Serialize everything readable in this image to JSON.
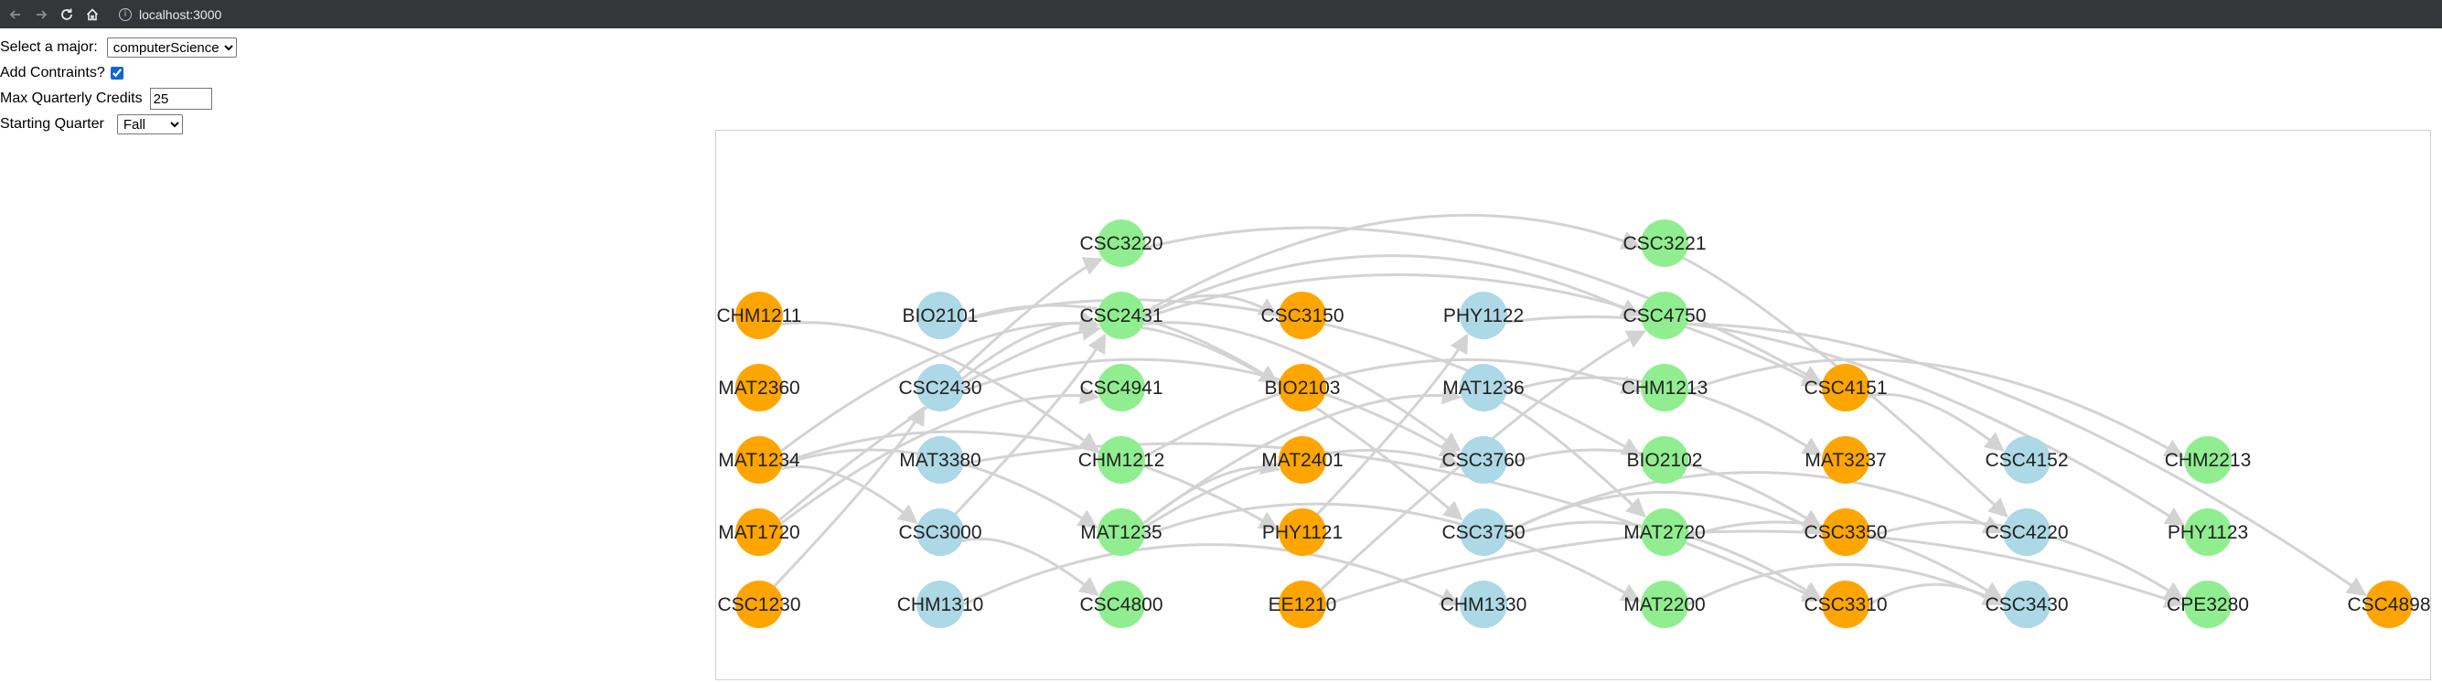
{
  "browser": {
    "url": "localhost:3000"
  },
  "controls": {
    "major_label": "Select a major:",
    "major_value": "computerScience",
    "constraints_label": "Add Contraints?",
    "constraints_checked": true,
    "credits_label": "Max Quarterly Credits",
    "credits_value": "25",
    "quarter_label": "Starting Quarter",
    "quarter_value": "Fall"
  },
  "graph": {
    "colors": {
      "orange": "#ffa500",
      "blue": "#add8e6",
      "green": "#90ee90",
      "edge": "#d3d3d3"
    },
    "columns": [
      [
        "CHM1211",
        "MAT2360",
        "MAT1234",
        "MAT1720",
        "CSC1230"
      ],
      [
        "BIO2101",
        "CSC2430",
        "MAT3380",
        "CSC3000",
        "CHM1310"
      ],
      [
        "CSC3220",
        "CSC2431",
        "CSC4941",
        "CHM1212",
        "MAT1235",
        "CSC4800"
      ],
      [
        "CSC3150",
        "BIO2103",
        "MAT2401",
        "PHY1121",
        "EE1210"
      ],
      [
        "PHY1122",
        "MAT1236",
        "CSC3760",
        "CSC3750",
        "CHM1330"
      ],
      [
        "CSC3221",
        "CSC4750",
        "CHM1213",
        "BIO2102",
        "MAT2720",
        "MAT2200"
      ],
      [
        "CSC4151",
        "MAT3237",
        "CSC3350",
        "CSC3310"
      ],
      [
        "CSC4152",
        "CSC4220",
        "CSC3430"
      ],
      [
        "CHM2213",
        "PHY1123",
        "CPE3280"
      ],
      [
        "CSC4898"
      ]
    ],
    "nodes": [
      {
        "id": "CHM1211",
        "color": "orange"
      },
      {
        "id": "MAT2360",
        "color": "orange"
      },
      {
        "id": "MAT1234",
        "color": "orange"
      },
      {
        "id": "MAT1720",
        "color": "orange"
      },
      {
        "id": "CSC1230",
        "color": "orange"
      },
      {
        "id": "BIO2101",
        "color": "blue"
      },
      {
        "id": "CSC2430",
        "color": "blue"
      },
      {
        "id": "MAT3380",
        "color": "blue"
      },
      {
        "id": "CSC3000",
        "color": "blue"
      },
      {
        "id": "CHM1310",
        "color": "blue"
      },
      {
        "id": "CSC3220",
        "color": "green"
      },
      {
        "id": "CSC2431",
        "color": "green"
      },
      {
        "id": "CSC4941",
        "color": "green"
      },
      {
        "id": "CHM1212",
        "color": "green"
      },
      {
        "id": "MAT1235",
        "color": "green"
      },
      {
        "id": "CSC4800",
        "color": "green"
      },
      {
        "id": "CSC3150",
        "color": "orange"
      },
      {
        "id": "BIO2103",
        "color": "orange"
      },
      {
        "id": "MAT2401",
        "color": "orange"
      },
      {
        "id": "PHY1121",
        "color": "orange"
      },
      {
        "id": "EE1210",
        "color": "orange"
      },
      {
        "id": "PHY1122",
        "color": "blue"
      },
      {
        "id": "MAT1236",
        "color": "blue"
      },
      {
        "id": "CSC3760",
        "color": "blue"
      },
      {
        "id": "CSC3750",
        "color": "blue"
      },
      {
        "id": "CHM1330",
        "color": "blue"
      },
      {
        "id": "CSC3221",
        "color": "green"
      },
      {
        "id": "CSC4750",
        "color": "green"
      },
      {
        "id": "CHM1213",
        "color": "green"
      },
      {
        "id": "BIO2102",
        "color": "green"
      },
      {
        "id": "MAT2720",
        "color": "green"
      },
      {
        "id": "MAT2200",
        "color": "green"
      },
      {
        "id": "CSC4151",
        "color": "orange"
      },
      {
        "id": "MAT3237",
        "color": "orange"
      },
      {
        "id": "CSC3350",
        "color": "orange"
      },
      {
        "id": "CSC3310",
        "color": "orange"
      },
      {
        "id": "CSC4152",
        "color": "blue"
      },
      {
        "id": "CSC4220",
        "color": "blue"
      },
      {
        "id": "CSC3430",
        "color": "blue"
      },
      {
        "id": "CHM2213",
        "color": "green"
      },
      {
        "id": "PHY1123",
        "color": "green"
      },
      {
        "id": "CPE3280",
        "color": "green"
      },
      {
        "id": "CSC4898",
        "color": "orange"
      }
    ],
    "edges": [
      [
        "CSC1230",
        "CSC2430"
      ],
      [
        "CSC2430",
        "CSC2431"
      ],
      [
        "CSC2430",
        "CSC3220"
      ],
      [
        "CSC2431",
        "CSC3221"
      ],
      [
        "CSC2431",
        "CSC4750"
      ],
      [
        "CSC3220",
        "CSC4151"
      ],
      [
        "CSC2431",
        "CSC3150"
      ],
      [
        "CSC2431",
        "CSC4151"
      ],
      [
        "CSC4151",
        "CSC4152"
      ],
      [
        "CSC2431",
        "CSC3760"
      ],
      [
        "CSC2431",
        "CSC3750"
      ],
      [
        "MAT1234",
        "MAT1235"
      ],
      [
        "MAT1235",
        "MAT1236"
      ],
      [
        "MAT1236",
        "MAT2720"
      ],
      [
        "MAT1236",
        "MAT3237"
      ],
      [
        "MAT1234",
        "CSC3000"
      ],
      [
        "CSC3000",
        "CSC2431"
      ],
      [
        "MAT1720",
        "CSC2431"
      ],
      [
        "MAT1720",
        "CSC4941"
      ],
      [
        "CHM1211",
        "CHM1212"
      ],
      [
        "CHM1212",
        "CHM1213"
      ],
      [
        "CHM1213",
        "CHM2213"
      ],
      [
        "BIO2101",
        "BIO2102"
      ],
      [
        "BIO2101",
        "BIO2103"
      ],
      [
        "MAT1234",
        "PHY1121"
      ],
      [
        "PHY1121",
        "PHY1122"
      ],
      [
        "PHY1122",
        "PHY1123"
      ],
      [
        "MAT1235",
        "MAT2401"
      ],
      [
        "MAT1235",
        "MAT2200"
      ],
      [
        "MAT1235",
        "CSC3760"
      ],
      [
        "EE1210",
        "CPE3280"
      ],
      [
        "CSC3750",
        "CSC3350"
      ],
      [
        "CSC3750",
        "CSC3310"
      ],
      [
        "CSC3750",
        "CSC4220"
      ],
      [
        "MAT3380",
        "CSC3310"
      ],
      [
        "CHM1310",
        "CHM1330"
      ],
      [
        "CSC3760",
        "CSC3350"
      ],
      [
        "CSC3221",
        "CSC4220"
      ],
      [
        "CSC4750",
        "CSC4898"
      ],
      [
        "MAT2200",
        "CSC3430"
      ],
      [
        "CSC3310",
        "CSC3430"
      ],
      [
        "CSC3350",
        "CPE3280"
      ],
      [
        "MAT2720",
        "CSC3430"
      ],
      [
        "CSC2430",
        "CSC3760"
      ],
      [
        "MAT1234",
        "CSC2431"
      ],
      [
        "CSC3000",
        "CSC4800"
      ],
      [
        "EE1210",
        "CSC4750"
      ]
    ]
  }
}
